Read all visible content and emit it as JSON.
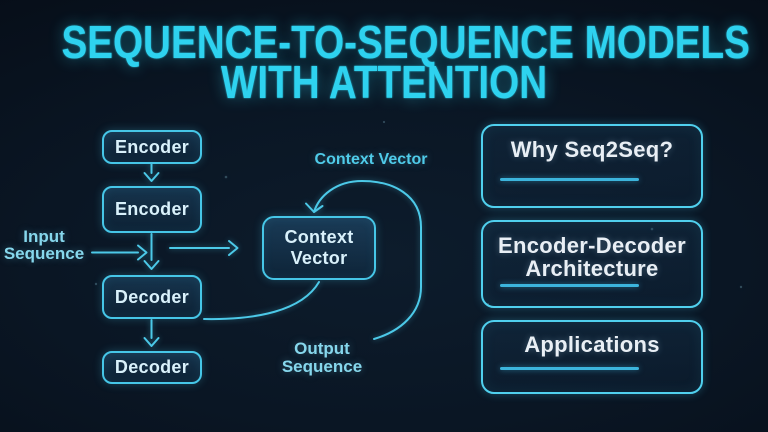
{
  "title": {
    "line1": "SEQUENCE-TO-SEQUENCE MODELS",
    "line2": "WITH ATTENTION"
  },
  "diagram": {
    "nodes": [
      {
        "label": "Encoder"
      },
      {
        "label": "Encoder"
      },
      {
        "label": "Decoder"
      },
      {
        "label": "Decoder"
      }
    ],
    "context_node": {
      "line1": "Context",
      "line2": "Vector"
    },
    "annotations": {
      "context_label": "Context Vector",
      "input_label": {
        "line1": "Input",
        "line2": "Sequence"
      },
      "output_label": {
        "line1": "Output",
        "line2": "Sequence"
      }
    }
  },
  "menu": {
    "items": [
      {
        "label": "Why Seq2Seq?"
      },
      {
        "label": "Encoder-Decoder Architecture",
        "line1": "Encoder-Decoder",
        "line2": "Architecture"
      },
      {
        "label": "Applications"
      }
    ]
  },
  "colors": {
    "background": "#0a1624",
    "title_text": "#2ed2ef",
    "box_border": "#46c6e7",
    "menu_border": "#50d0ee",
    "arrow": "#4cc9e8",
    "node_text": "#d9f1fb",
    "menu_text": "#e9eff5",
    "label_text": "#86d7ec",
    "underline": "#3cb4dc"
  }
}
